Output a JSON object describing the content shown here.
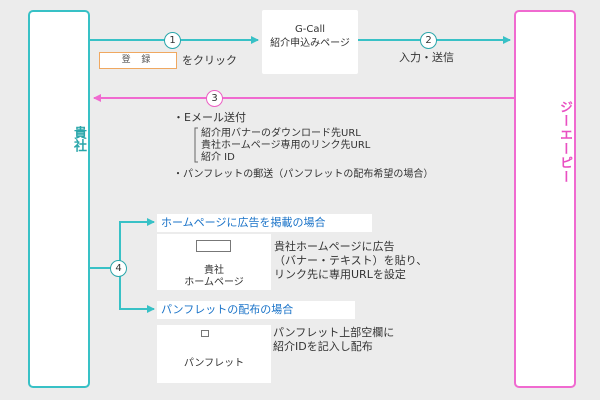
{
  "company": {
    "label": "貴社"
  },
  "gp": {
    "label": "ジーエーピー"
  },
  "gcall": {
    "line1": "G-Call",
    "line2": "紹介申込みページ"
  },
  "step1": {
    "number": "1",
    "button_label": "登 録",
    "action_text": "をクリック"
  },
  "step2": {
    "number": "2",
    "text": "入力・送信"
  },
  "step3": {
    "number": "3",
    "email_title": "・Eメール送付",
    "email_items": [
      "紹介用バナーのダウンロード先URL",
      "貴社ホームページ専用のリンク先URL",
      "紹介 ID"
    ],
    "pamphlet_text": "・パンフレットの郵送（パンフレットの配布希望の場合）"
  },
  "step4": {
    "number": "4",
    "homepage": {
      "heading": "ホームページに広告を掲載の場合",
      "pane_line1": "貴社",
      "pane_line2": "ホームページ",
      "desc": [
        "貴社ホームページに広告",
        "（バナー・テキスト）を貼り、",
        "リンク先に専用URLを設定"
      ]
    },
    "pamphlet": {
      "heading": "パンフレットの配布の場合",
      "pane_label": "パンフレット",
      "desc": [
        "パンフレット上部空欄に",
        "紹介IDを記入し配布"
      ]
    }
  },
  "colors": {
    "teal": "#38c1c6",
    "pink": "#f06ad0",
    "heading_blue": "#1a73c8",
    "background": "#ececec"
  }
}
